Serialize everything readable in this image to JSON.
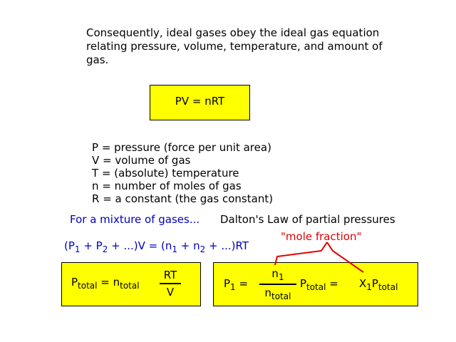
{
  "intro_text": "Consequently, ideal gases obey the ideal gas equation relating pressure, volume, temperature, and amount of gas.",
  "ideal_gas_equation": "PV = nRT",
  "definitions": [
    "P = pressure (force per unit area)",
    "V = volume of gas",
    "T = (absolute) temperature",
    "n = number of moles of gas",
    "R = a constant (the gas constant)"
  ],
  "mixture_label": "For a mixture of gases...",
  "dalton_label": "Dalton's Law of partial pressures",
  "mole_fraction_label": "\"mole fraction\"",
  "sum_equation": {
    "part1": "(P",
    "sub1": "1",
    "part2": " + P",
    "sub2": "2",
    "part3": " + ...)V = (n",
    "sub3": "1",
    "part4": " + n",
    "sub4": "2",
    "part5": " + ...)RT"
  },
  "total_equation": {
    "p": "P",
    "p_sub": "total",
    "eq": " = n",
    "n_sub": "total",
    "num": "RT",
    "den": "V"
  },
  "partial_equation": {
    "p": "P",
    "p_sub": "1",
    "eq": " =",
    "num": "n",
    "num_sub": "1",
    "den": "n",
    "den_sub": "total",
    "after_p": "P",
    "after_sub": "total",
    "eq2": " =",
    "x": "X",
    "x_sub": "1",
    "x_p": "P",
    "x_p_sub": "total"
  },
  "colors": {
    "box_fill": "#ffff00",
    "blue_text": "#0000c0",
    "red_text": "#e00000"
  }
}
